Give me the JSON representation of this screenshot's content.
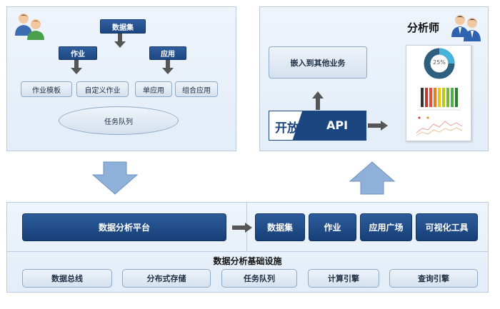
{
  "left_panel": {
    "dataset_label": "数据集",
    "job_label": "作业",
    "app_label": "应用",
    "job_template_label": "作业模板",
    "custom_job_label": "自定义作业",
    "single_app_label": "单应用",
    "combined_app_label": "组合应用",
    "task_queue_label": "任务队列"
  },
  "right_panel": {
    "analyst_label": "分析师",
    "embed_label": "嵌入到其他业务",
    "open_label": "开放",
    "api_label": "API",
    "donut_value": "25%"
  },
  "platform": {
    "main_label": "数据分析平台",
    "items": [
      "数据集",
      "作业",
      "应用广场",
      "可视化工具"
    ]
  },
  "infrastructure": {
    "title": "数据分析基础设施",
    "items": [
      "数据总线",
      "分布式存储",
      "任务队列",
      "计算引擎",
      "查询引擎"
    ]
  },
  "colors": {
    "dark_blue": "#1c4680",
    "panel_bg": "#e8f0f9",
    "arrow_gray": "#555555",
    "arrow_light_blue": "#8fb0d8"
  }
}
